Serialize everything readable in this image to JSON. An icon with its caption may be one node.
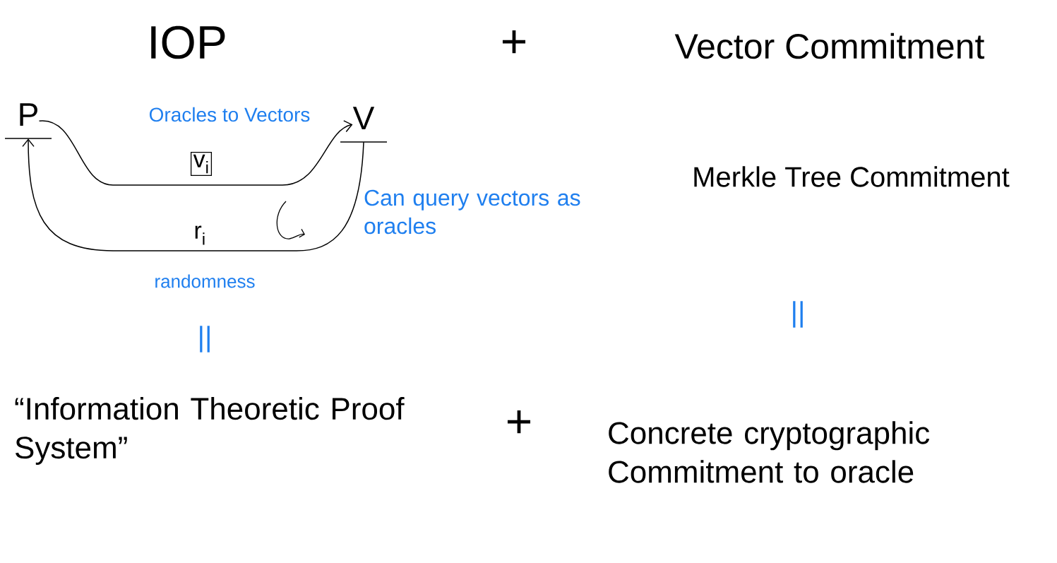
{
  "diagram": {
    "nodes": [
      {
        "text": [
          "P"
        ]
      },
      {
        "text": [
          "V"
        ]
      }
    ],
    "edges": [
      {
        "from": 0,
        "to": 1,
        "arrow": "to",
        "label": "v$_{i}$"
      },
      {
        "from": 1,
        "to": 0,
        "arrow": "to",
        "label": "r$_{i}$"
      }
    ],
    "labels": [
      "IOP",
      "+",
      "Vector Commitment",
      "Oracles to Vectors",
      "Can query vectors as oracles",
      "randomness",
      "Merkle Tree Commitment",
      "||",
      "||",
      "“Information Theoretic Proof System”",
      "+",
      "Concrete cryptographic Commitment to oracle"
    ]
  }
}
